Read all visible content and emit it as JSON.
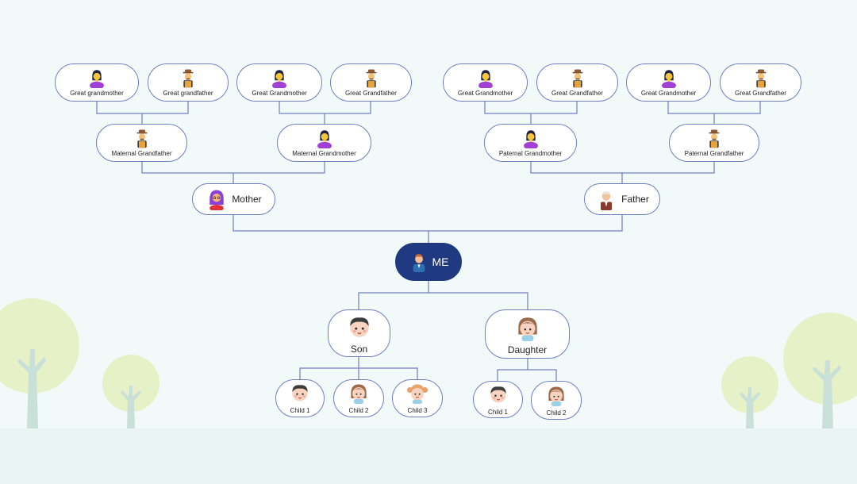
{
  "colors": {
    "connector": "#6f7fc4",
    "node_border": "#6f7fc4",
    "me_fill": "#1f3a80",
    "tree_crown": "#e6f1c8",
    "tree_trunk": "#c9e0d8"
  },
  "great_grandparents": [
    {
      "label": "Great grandmother",
      "icon": "woman-icon"
    },
    {
      "label": "Great grandfather",
      "icon": "farmer-icon"
    },
    {
      "label": "Great Grandmother",
      "icon": "woman-icon"
    },
    {
      "label": "Great Grandfather",
      "icon": "farmer-icon"
    },
    {
      "label": "Great Grandmother",
      "icon": "woman-icon"
    },
    {
      "label": "Great Grandfather",
      "icon": "farmer-icon"
    },
    {
      "label": "Great Grandmother",
      "icon": "woman-icon"
    },
    {
      "label": "Great Grandfather",
      "icon": "farmer-icon"
    }
  ],
  "grandparents": [
    {
      "label": "Maternal Grandfather",
      "icon": "farmer-icon"
    },
    {
      "label": "Maternal Grandmother",
      "icon": "woman-icon"
    },
    {
      "label": "Paternal Grandmother",
      "icon": "woman-icon"
    },
    {
      "label": "Paternal Grandfather",
      "icon": "farmer-icon"
    }
  ],
  "parents": [
    {
      "label": "Mother",
      "icon": "mother-icon"
    },
    {
      "label": "Father",
      "icon": "father-icon"
    }
  ],
  "me": {
    "label": "ME",
    "icon": "me-icon"
  },
  "children": [
    {
      "label": "Son",
      "icon": "boy-icon"
    },
    {
      "label": "Daughter",
      "icon": "girl-icon"
    }
  ],
  "grandchildren": [
    {
      "label": "Child 1",
      "icon": "boy-icon"
    },
    {
      "label": "Child 2",
      "icon": "girl-icon"
    },
    {
      "label": "Child 3",
      "icon": "girl-pigtails-icon"
    },
    {
      "label": "Child 1",
      "icon": "boy-icon"
    },
    {
      "label": "Child 2",
      "icon": "girl-icon"
    }
  ]
}
